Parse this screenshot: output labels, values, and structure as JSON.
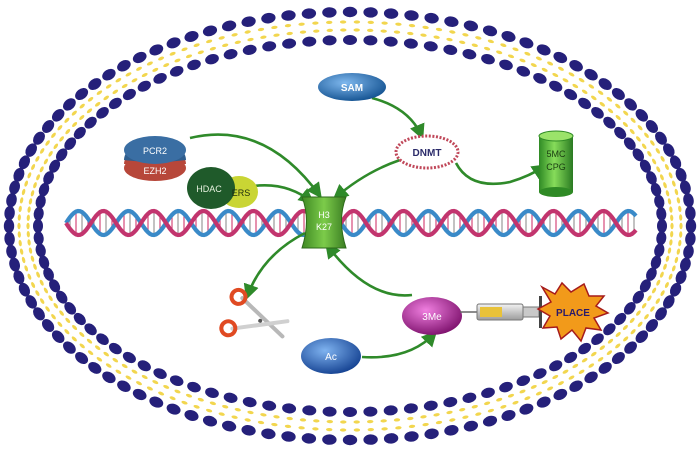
{
  "labels": {
    "sam": "SAM",
    "pcr2": "PCR2",
    "ezh2": "EZH2",
    "hdac": "HDAC",
    "ers": "ERS",
    "dnmt": "DNMT",
    "five_mc": "5MC",
    "cpg": "CPG",
    "h3": "H3",
    "k27": "K27",
    "three_me": "3Me",
    "ac": "Ac",
    "place": "PLACE"
  },
  "colors": {
    "membrane_head": "#25207a",
    "membrane_tail": "#f2d64e",
    "arrow": "#2f8a2a",
    "sam": "#1d6fc0",
    "pcr2": "#2f5e8e",
    "ezh2": "#b7473a",
    "hdac": "#1f5a2a",
    "ers": "#c9d534",
    "dnmt_ring": "#c0485a",
    "cylinder": "#3aa12d",
    "histone": "#4f9a2e",
    "three_me": "#a11f8f",
    "ac": "#1f64c0",
    "place": "#f29a1a",
    "dna_strand_a": "#c2356e",
    "dna_strand_b": "#3a8ac8"
  },
  "icons": {
    "scissors": "scissors-icon",
    "syringe": "syringe-icon",
    "star": "explosion-star-icon"
  }
}
